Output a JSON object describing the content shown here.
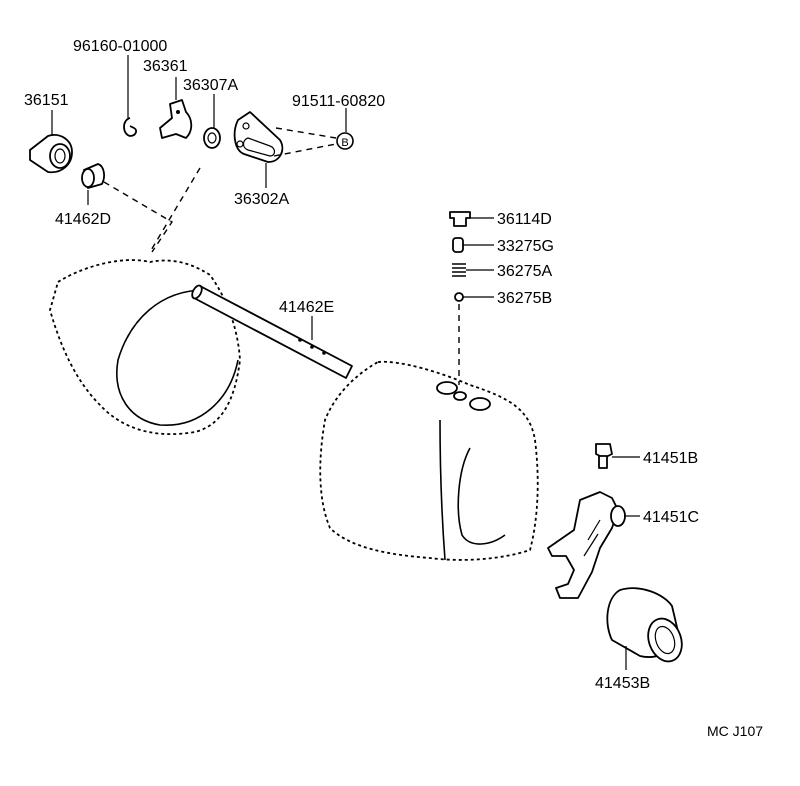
{
  "labels": {
    "p96160": "96160-01000",
    "p36361": "36361",
    "p36307A": "36307A",
    "p91511": "91511-60820",
    "p36151": "36151",
    "p41462D": "41462D",
    "p36302A": "36302A",
    "p36114D": "36114D",
    "p33275G": "33275G",
    "p36275A": "36275A",
    "p36275B": "36275B",
    "p41462E": "41462E",
    "p41451B": "41451B",
    "p41451C": "41451C",
    "p41453B": "41453B",
    "callout_b": "B",
    "code": "MC J107"
  }
}
